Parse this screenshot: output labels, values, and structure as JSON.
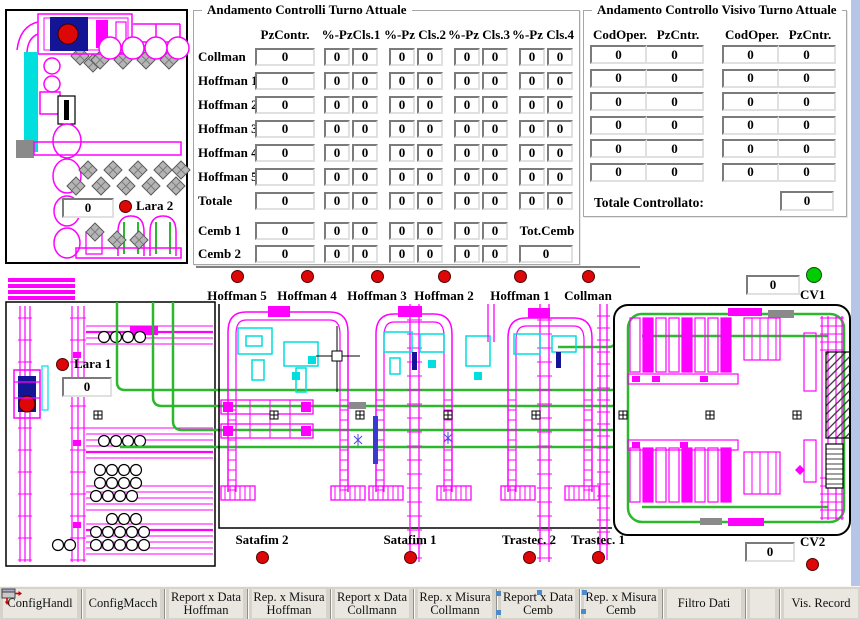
{
  "window": {
    "right_strip_color": "#b7c5e8",
    "toolbar_bg": "#d6d3cb"
  },
  "colors": {
    "magenta": "#ff00ff",
    "cyan": "#00dede",
    "conveyor_green": "#2cb82c",
    "red_status": "#dd0707",
    "green_status": "#00cc00",
    "navy": "#141496",
    "selection_handle_blue": "#4d8ac8"
  },
  "left_table": {
    "title": "Andamento Controlli Turno Attuale",
    "col_headers": [
      "PzContr.",
      "%-PzCls.1",
      "%-Pz Cls.2",
      "%-Pz Cls.3",
      "%-Pz Cls.4"
    ],
    "rows": [
      {
        "label": "Collman",
        "pz": "0",
        "cls": [
          "0",
          "0",
          "0",
          "0",
          "0",
          "0",
          "0",
          "0"
        ]
      },
      {
        "label": "Hoffman 1",
        "pz": "0",
        "cls": [
          "0",
          "0",
          "0",
          "0",
          "0",
          "0",
          "0",
          "0"
        ]
      },
      {
        "label": "Hoffman 2",
        "pz": "0",
        "cls": [
          "0",
          "0",
          "0",
          "0",
          "0",
          "0",
          "0",
          "0"
        ]
      },
      {
        "label": "Hoffman 3",
        "pz": "0",
        "cls": [
          "0",
          "0",
          "0",
          "0",
          "0",
          "0",
          "0",
          "0"
        ]
      },
      {
        "label": "Hoffman 4",
        "pz": "0",
        "cls": [
          "0",
          "0",
          "0",
          "0",
          "0",
          "0",
          "0",
          "0"
        ]
      },
      {
        "label": "Hoffman 5",
        "pz": "0",
        "cls": [
          "0",
          "0",
          "0",
          "0",
          "0",
          "0",
          "0",
          "0"
        ]
      },
      {
        "label": "Totale",
        "pz": "0",
        "cls": [
          "0",
          "0",
          "0",
          "0",
          "0",
          "0",
          "0",
          "0"
        ]
      }
    ],
    "cemb_rows": [
      {
        "label": "Cemb 1",
        "pz": "0",
        "cls": [
          "0",
          "0",
          "0",
          "0",
          "0",
          "0"
        ]
      },
      {
        "label": "Cemb 2",
        "pz": "0",
        "cls": [
          "0",
          "0",
          "0",
          "0",
          "0",
          "0"
        ]
      }
    ],
    "tot_cemb_label": "Tot.Cemb",
    "tot_cemb_value": "0"
  },
  "right_table": {
    "title": "Andamento Controllo Visivo Turno Attuale",
    "col_headers": [
      "CodOper.",
      "PzCntr.",
      "CodOper.",
      "PzCntr."
    ],
    "rows": [
      {
        "values": [
          "0",
          "0",
          "0",
          "0"
        ]
      },
      {
        "values": [
          "0",
          "0",
          "0",
          "0"
        ]
      },
      {
        "values": [
          "0",
          "0",
          "0",
          "0"
        ]
      },
      {
        "values": [
          "0",
          "0",
          "0",
          "0"
        ]
      },
      {
        "values": [
          "0",
          "0",
          "0",
          "0"
        ]
      },
      {
        "values": [
          "0",
          "0",
          "0",
          "0"
        ]
      }
    ],
    "total_label": "Totale Controllato:",
    "total_value": "0"
  },
  "stations_top": [
    {
      "name": "Hoffman 5",
      "status": "red"
    },
    {
      "name": "Hoffman 4",
      "status": "red"
    },
    {
      "name": "Hoffman 3",
      "status": "red"
    },
    {
      "name": "Hoffman 2",
      "status": "red"
    },
    {
      "name": "Hoffman 1",
      "status": "red"
    },
    {
      "name": "Collman",
      "status": "red"
    }
  ],
  "stations_bottom": [
    {
      "name": "Satafim 2",
      "status": "red"
    },
    {
      "name": "Satafim 1",
      "status": "red"
    },
    {
      "name": "Trastec. 2",
      "status": "red"
    },
    {
      "name": "Trastec. 1",
      "status": "red"
    }
  ],
  "counters": {
    "cv1": {
      "label": "CV1",
      "value": "0",
      "status": "green"
    },
    "cv2": {
      "label": "CV2",
      "value": "0",
      "status": "red"
    },
    "lara1": {
      "label": "Lara 1",
      "value": "0",
      "status": "red"
    },
    "lara2": {
      "label": "Lara 2",
      "value": "0",
      "status": "red"
    }
  },
  "toolbar": {
    "buttons": [
      {
        "label": "ConfigHandl"
      },
      {
        "label": "ConfigMacch"
      },
      {
        "label": "Report x Data",
        "label2": "Hoffman"
      },
      {
        "label": "Rep. x Misura",
        "label2": "Hoffman"
      },
      {
        "label": "Report x Data",
        "label2": "Collmann"
      },
      {
        "label": "Rep. x Misura",
        "label2": "Collmann"
      },
      {
        "label": "Report x Data",
        "label2": "Cemb"
      },
      {
        "label": "Rep. x Misura",
        "label2": "Cemb"
      },
      {
        "label": "Filtro Dati"
      },
      {
        "icon": "window-export-icon"
      },
      {
        "label": "Vis. Record"
      }
    ]
  }
}
